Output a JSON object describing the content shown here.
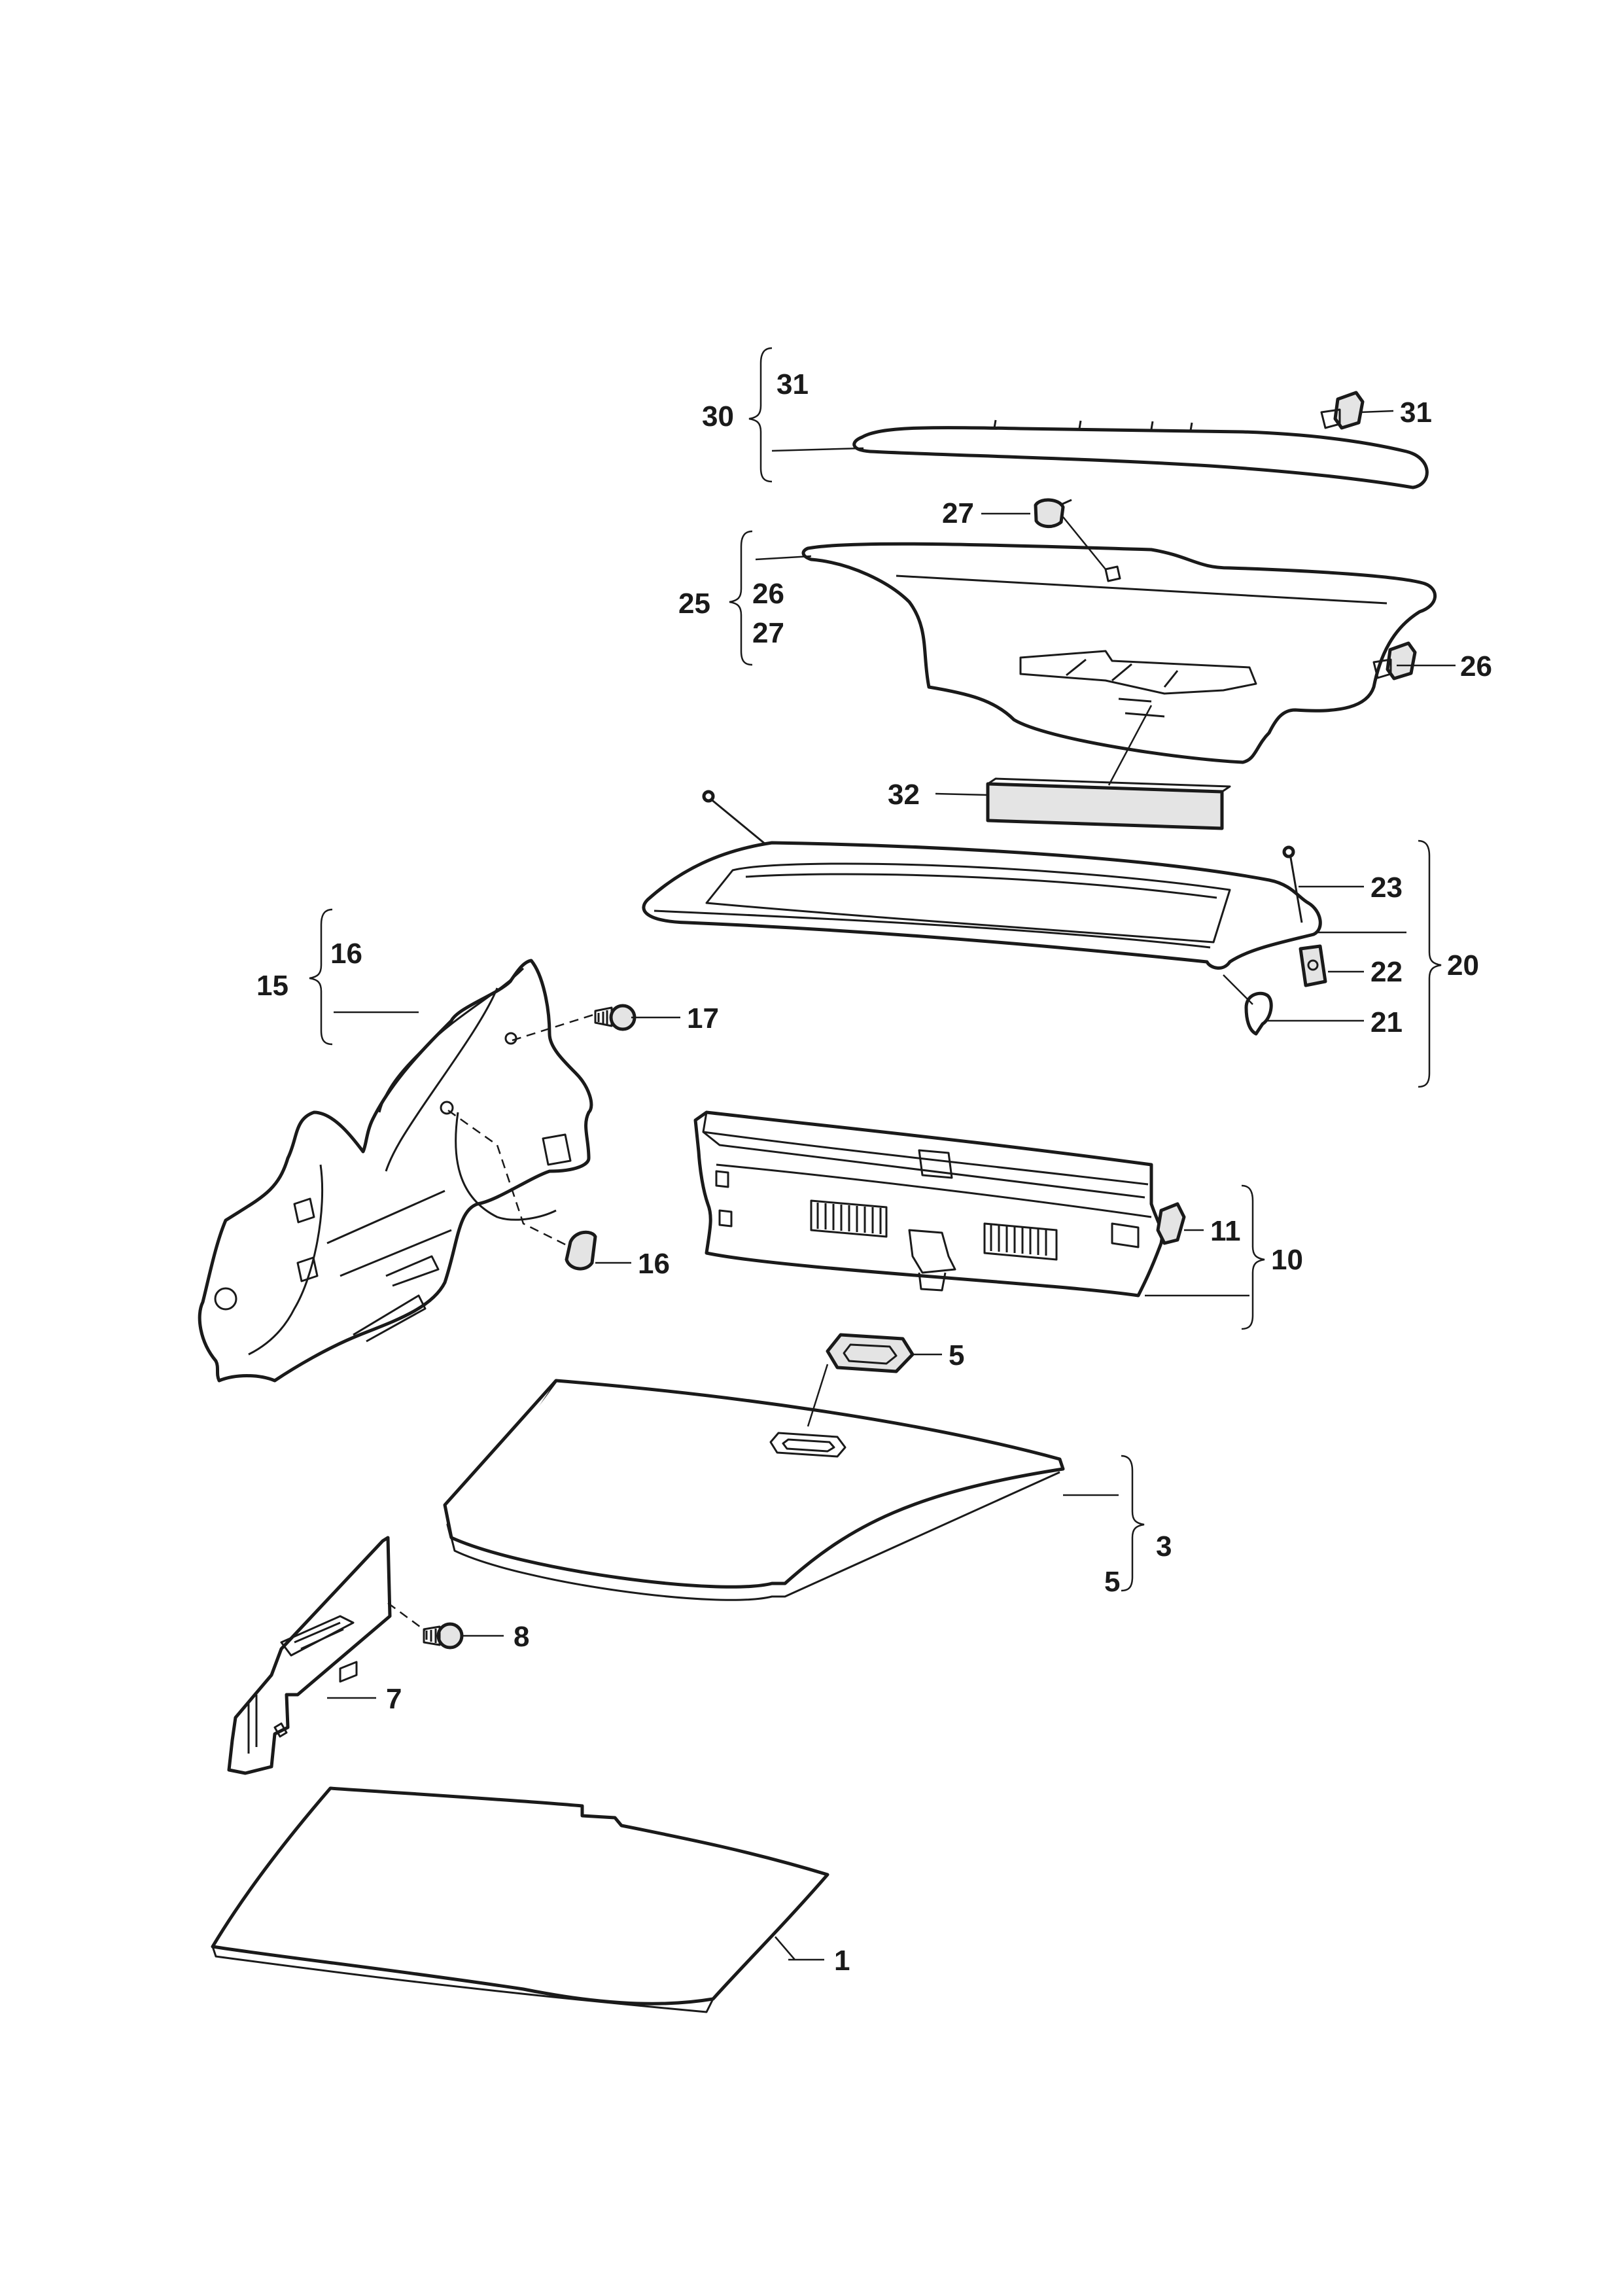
{
  "callouts": [
    {
      "id": "c1",
      "label": "1"
    },
    {
      "id": "c3",
      "label": "3"
    },
    {
      "id": "c5a",
      "label": "5"
    },
    {
      "id": "c5b",
      "label": "5"
    },
    {
      "id": "c7",
      "label": "7"
    },
    {
      "id": "c8",
      "label": "8"
    },
    {
      "id": "c10",
      "label": "10"
    },
    {
      "id": "c11",
      "label": "11"
    },
    {
      "id": "c15",
      "label": "15"
    },
    {
      "id": "c16a",
      "label": "16"
    },
    {
      "id": "c16b",
      "label": "16"
    },
    {
      "id": "c17",
      "label": "17"
    },
    {
      "id": "c20",
      "label": "20"
    },
    {
      "id": "c21",
      "label": "21"
    },
    {
      "id": "c22",
      "label": "22"
    },
    {
      "id": "c23",
      "label": "23"
    },
    {
      "id": "c25",
      "label": "25"
    },
    {
      "id": "c26a",
      "label": "26"
    },
    {
      "id": "c26b",
      "label": "26"
    },
    {
      "id": "c27a",
      "label": "27"
    },
    {
      "id": "c27b",
      "label": "27"
    },
    {
      "id": "c30",
      "label": "30"
    },
    {
      "id": "c31a",
      "label": "31"
    },
    {
      "id": "c31b",
      "label": "31"
    },
    {
      "id": "c32",
      "label": "32"
    }
  ]
}
